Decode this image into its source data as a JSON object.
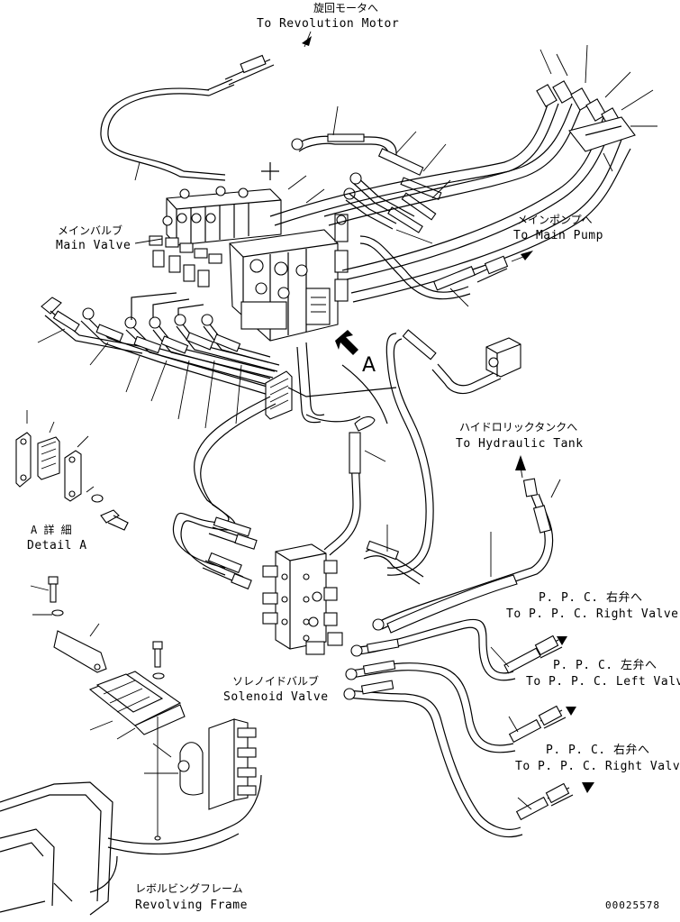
{
  "labels": {
    "revolution_motor_jp": "旋回モータへ",
    "revolution_motor_en": "To Revolution Motor",
    "main_valve_jp": "メインバルブ",
    "main_valve_en": "Main Valve",
    "main_pump_jp": "メインポンプへ",
    "main_pump_en": "To Main Pump",
    "detail_marker": "A",
    "hydraulic_tank_jp": "ハイドロリックタンクへ",
    "hydraulic_tank_en": "To Hydraulic Tank",
    "detail_a_jp": "A 詳 細",
    "detail_a_en": "Detail A",
    "ppc_right_1_jp": "P. P. C. 右弁へ",
    "ppc_right_1_en": "To P. P. C. Right Valve",
    "ppc_left_jp": "P. P. C. 左弁へ",
    "ppc_left_en": "To P. P. C. Left Valve",
    "ppc_right_2_jp": "P. P. C. 右弁へ",
    "ppc_right_2_en": "To P. P. C. Right Valve",
    "solenoid_valve_jp": "ソレノイドバルブ",
    "solenoid_valve_en": "Solenoid Valve",
    "revolving_frame_jp": "レボルビングフレーム",
    "revolving_frame_en": "Revolving Frame",
    "drawing_number": "00025578"
  }
}
